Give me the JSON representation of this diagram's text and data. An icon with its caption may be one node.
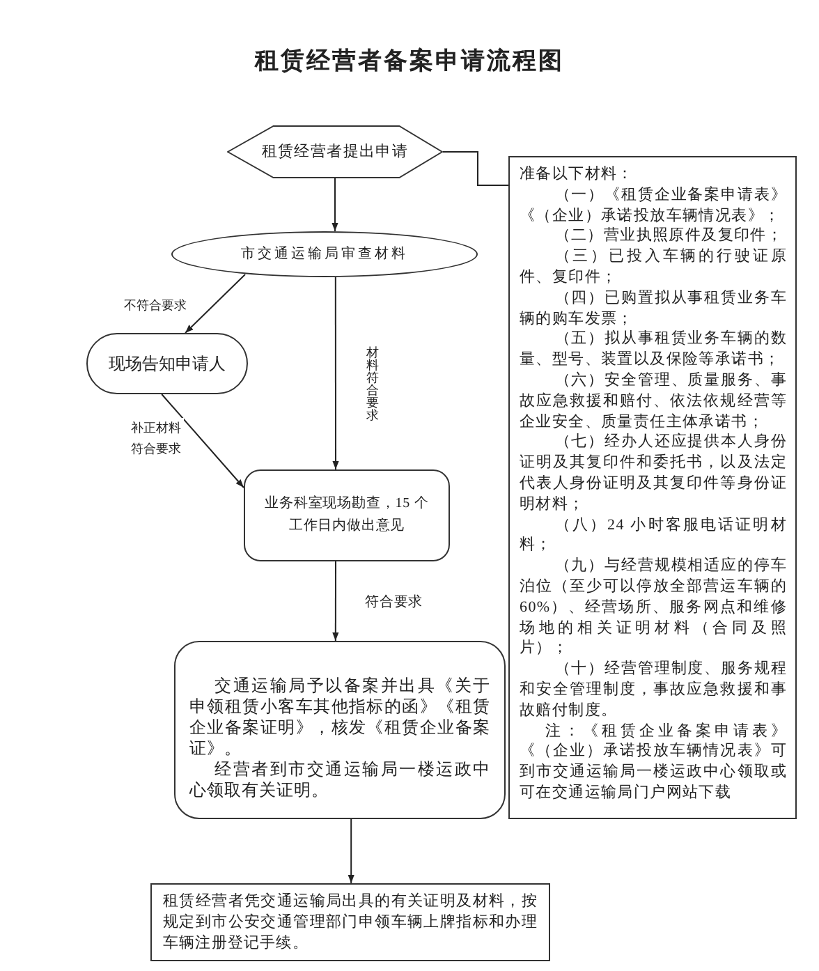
{
  "diagram": {
    "title": "租赁经营者备案申请流程图",
    "nodes": [
      {
        "text": [
          "租赁经营者提出申请"
        ]
      },
      {
        "text": [
          "准备以下材料：",
          "（一）《租赁企业备案申请表》《（企业）承诺投放车辆情况表》；",
          "（二）营业执照原件及复印件；",
          "（三）已投入车辆的行驶证原件、复印件；",
          "（四）已购置拟从事租赁业务车辆的购车发票；",
          "（五）拟从事租赁业务车辆的数量、型号、装置以及保险等承诺书；",
          "（六）安全管理、质量服务、事故应急救援和赔付、依法依规经营等企业安全、质量责任主体承诺书；",
          "（七）经办人还应提供本人身份证明及其复印件和委托书，以及法定代表人身份证明及其复印件等身份证明材料；",
          "（八）24 小时客服电话证明材料；",
          "（九）与经营规模相适应的停车泊位（至少可以停放全部营运车辆的60%）、经营场所、服务网点和维修场地的相关证明材料（合同及照片）；",
          "（十）经营管理制度、服务规程和安全管理制度，事故应急救援和事故赔付制度。",
          "注：《租赁企业备案申请表》《（企业）承诺投放车辆情况表》可到市交通运输局一楼运政中心领取或可在交通运输局门户网站下载"
        ]
      },
      {
        "text": [
          "市交通运输局审查材料"
        ]
      },
      {
        "text": [
          "现场告知申请人"
        ]
      },
      {
        "text": [
          "业务科室现场勘查，15 个工作日内做出意见"
        ]
      },
      {
        "text": [
          "交通运输局予以备案并出具《关于申领租赁小客车其他指标的函》《租赁企业备案证明》，核发《租赁企业备案证》。",
          "经营者到市交通运输局一楼运政中心领取有关证明。"
        ]
      },
      {
        "text": [
          "租赁经营者凭交通运输局出具的有关证明及材料，按规定到市公安交通管理部门申领车辆上牌指标和办理车辆注册登记手续。"
        ]
      }
    ],
    "edges": [
      {
        "from": 0,
        "to": 2,
        "arrow": "to"
      },
      {
        "from": 0,
        "to": 1,
        "arrow": "none"
      },
      {
        "from": 2,
        "to": 3,
        "arrow": "to",
        "label": "不符合要求"
      },
      {
        "from": 2,
        "to": 4,
        "arrow": "to",
        "label": "材料符合要求"
      },
      {
        "from": 3,
        "to": 4,
        "arrow": "to",
        "label": "补正材料符合要求"
      },
      {
        "from": 4,
        "to": 5,
        "arrow": "to",
        "label": "符合要求"
      },
      {
        "from": 5,
        "to": 6,
        "arrow": "to"
      }
    ]
  }
}
